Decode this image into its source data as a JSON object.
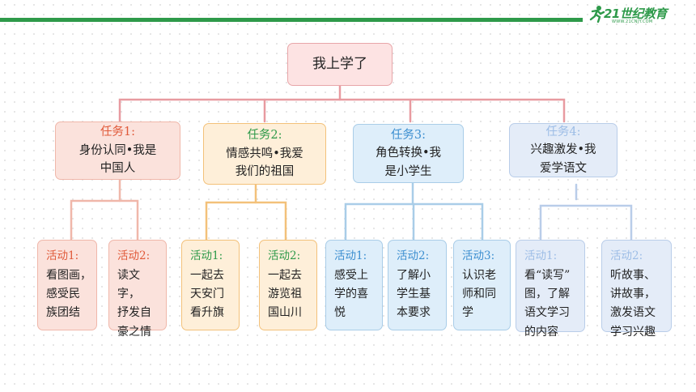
{
  "header": {
    "logo_main": "21世纪教育",
    "logo_sub": "WWW.21CNJY.COM"
  },
  "root": {
    "text": "我上学了"
  },
  "tasks": [
    {
      "head": "任务1:",
      "body": "身份认同•我是中国人",
      "color": "#e05a3a"
    },
    {
      "head": "任务2:",
      "body": "情感共鸣•我爱我们的祖国",
      "color": "#2e9a4a"
    },
    {
      "head": "任务3:",
      "body": "角色转换•我是小学生",
      "color": "#3d8fd0"
    },
    {
      "head": "任务4:",
      "body": "兴趣激发•我爱学语文",
      "color": "#9dbde6"
    }
  ],
  "activities": [
    {
      "head": "活动1:",
      "body": "看图画，感受民族团结",
      "color": "#e05a3a"
    },
    {
      "head": "活动2:",
      "body": "读文字，抒发自豪之情",
      "color": "#e05a3a"
    },
    {
      "head": "活动1:",
      "body": "一起去天安门看升旗",
      "color": "#2e9a4a"
    },
    {
      "head": "活动2:",
      "body": "一起去游览祖国山川",
      "color": "#2e9a4a"
    },
    {
      "head": "活动1:",
      "body": "感受上学的喜悦",
      "color": "#3d8fd0"
    },
    {
      "head": "活动2:",
      "body": "了解小学生基本要求",
      "color": "#3d8fd0"
    },
    {
      "head": "活动3:",
      "body": "认识老师和同学",
      "color": "#3d8fd0"
    },
    {
      "head": "活动1:",
      "body": "看“读写”图，了解语文学习的内容",
      "color": "#9dbde6"
    },
    {
      "head": "活动2:",
      "body": "听故事、讲故事，激发语文学习兴趣",
      "color": "#9dbde6"
    }
  ]
}
